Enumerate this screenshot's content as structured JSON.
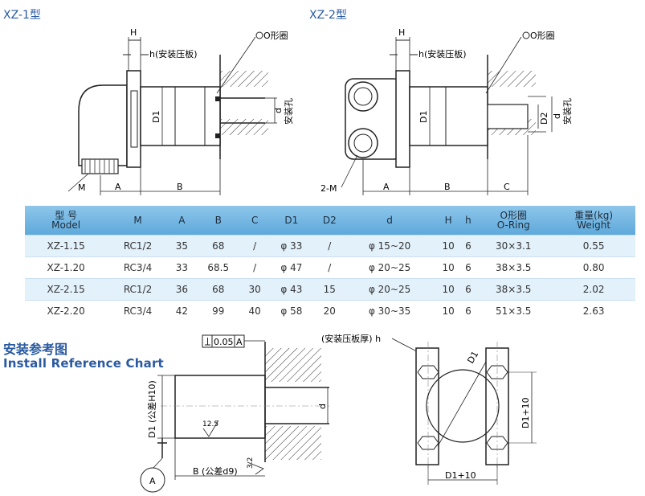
{
  "drawings": {
    "xz1": {
      "title": "XZ-1型",
      "labels": {
        "H": "H",
        "h": "h(安装压板)",
        "oring": "O形圈",
        "D1": "D1",
        "M": "M",
        "A": "A",
        "B": "B",
        "d": "d",
        "mount": "安装孔"
      }
    },
    "xz2": {
      "title": "XZ-2型",
      "labels": {
        "H": "H",
        "h": "h(安装压板)",
        "oring": "O形圈",
        "D1": "D1",
        "D2": "D2",
        "M": "2-M",
        "A": "A",
        "B": "B",
        "C": "C",
        "d": "d",
        "mount": "安装孔"
      }
    }
  },
  "table": {
    "headers": [
      {
        "top": "型 号",
        "bottom": "Model"
      },
      {
        "top": "M",
        "bottom": ""
      },
      {
        "top": "A",
        "bottom": ""
      },
      {
        "top": "B",
        "bottom": ""
      },
      {
        "top": "C",
        "bottom": ""
      },
      {
        "top": "D1",
        "bottom": ""
      },
      {
        "top": "D2",
        "bottom": ""
      },
      {
        "top": "d",
        "bottom": ""
      },
      {
        "top": "H",
        "bottom": ""
      },
      {
        "top": "h",
        "bottom": ""
      },
      {
        "top": "O形圈",
        "bottom": "O-Ring"
      },
      {
        "top": "重量(kg)",
        "bottom": "Weight"
      }
    ],
    "rows": [
      [
        "XZ-1.15",
        "RC1/2",
        "35",
        "68",
        "/",
        "φ 33",
        "/",
        "φ 15~20",
        "10",
        "6",
        "30×3.1",
        "0.55"
      ],
      [
        "XZ-1.20",
        "RC3/4",
        "33",
        "68.5",
        "/",
        "φ 47",
        "/",
        "φ 20~25",
        "10",
        "6",
        "38×3.5",
        "0.80"
      ],
      [
        "XZ-2.15",
        "RC1/2",
        "36",
        "68",
        "30",
        "φ 43",
        "15",
        "φ 20~25",
        "10",
        "6",
        "38×3.5",
        "2.02"
      ],
      [
        "XZ-2.20",
        "RC3/4",
        "42",
        "99",
        "40",
        "φ 58",
        "20",
        "φ 30~35",
        "10",
        "6",
        "51×3.5",
        "2.63"
      ]
    ]
  },
  "install": {
    "title_cn": "安装参考图",
    "title_en": "Install Reference Chart",
    "labels": {
      "tolerance": "0.05",
      "datum": "A",
      "d1_tol": "D1 (公差H10)",
      "b_tol": "B (公差d9)",
      "rough1": "12.5",
      "rough2": "3.2",
      "d": "d",
      "circle_a": "A",
      "plate": "(安装压板厚) h",
      "D1": "D1",
      "d1p10_v": "D1+10",
      "d1p10_h": "D1+10"
    }
  }
}
